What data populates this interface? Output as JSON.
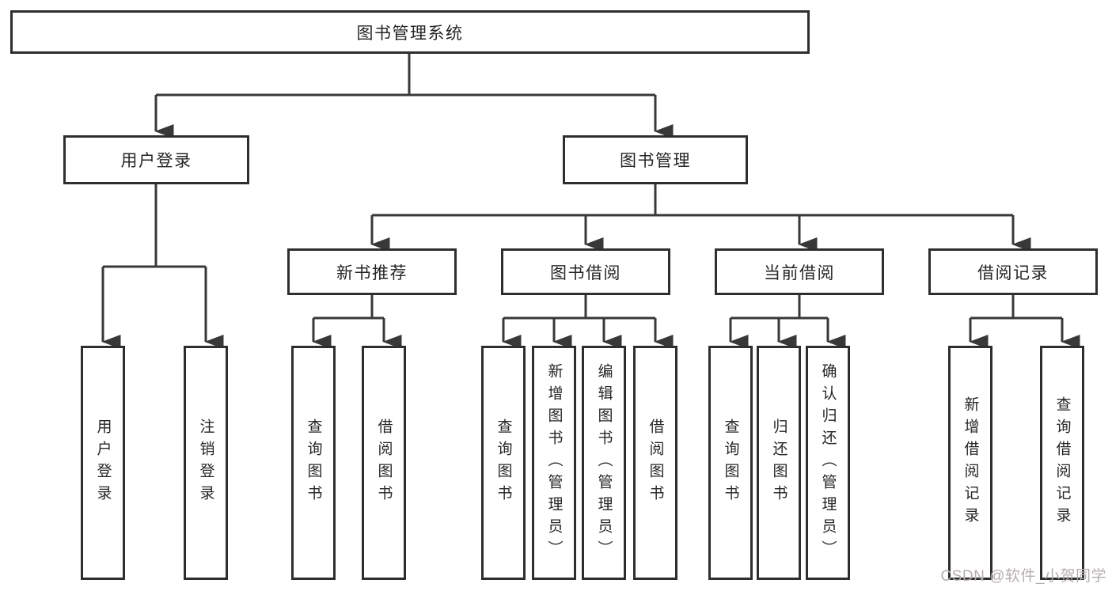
{
  "tree": {
    "label": "图书管理系统",
    "children": [
      {
        "label": "用户登录",
        "children": [
          {
            "label": "用户登录"
          },
          {
            "label": "注销登录"
          }
        ]
      },
      {
        "label": "图书管理",
        "children": [
          {
            "label": "新书推荐",
            "children": [
              {
                "label": "查询图书"
              },
              {
                "label": "借阅图书"
              }
            ]
          },
          {
            "label": "图书借阅",
            "children": [
              {
                "label": "查询图书"
              },
              {
                "label": "新增图书（管理员）"
              },
              {
                "label": "编辑图书（管理员）"
              },
              {
                "label": "借阅图书"
              }
            ]
          },
          {
            "label": "当前借阅",
            "children": [
              {
                "label": "查询图书"
              },
              {
                "label": "归还图书"
              },
              {
                "label": "确认归还（管理员）"
              }
            ]
          },
          {
            "label": "借阅记录",
            "children": [
              {
                "label": "新增借阅记录"
              },
              {
                "label": "查询借阅记录"
              }
            ]
          }
        ]
      }
    ]
  },
  "watermark": {
    "text": "CSDN @软件_小贺同学"
  },
  "colors": {
    "line": "#383838",
    "box_border": "#2e2e2e",
    "text": "#262626",
    "watermark": "#b6aeae",
    "background": "#ffffff"
  }
}
